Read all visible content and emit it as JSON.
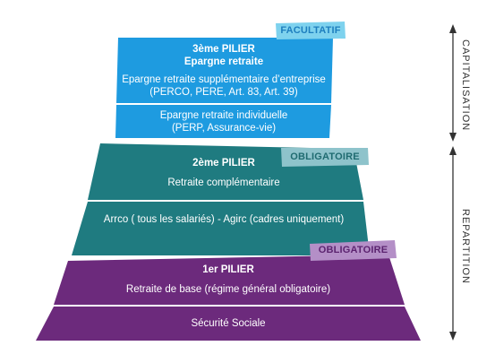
{
  "tier3": {
    "title": "3ème PILIER",
    "subtitle": "Epargne retraite",
    "row1_line1": "Epargne retraite supplémentaire d’entreprise",
    "row1_line2": "(PERCO, PERE, Art. 83, Art. 39)",
    "row2_line1": "Epargne retraite individuelle",
    "row2_line2": "(PERP, Assurance-vie)",
    "badge": "FACULTATIF"
  },
  "tier2": {
    "title": "2ème PILIER",
    "row1": "Retraite complémentaire",
    "row2": "Arrco ( tous les salariés) - Agirc (cadres uniquement)",
    "badge": "OBLIGATOIRE"
  },
  "tier1": {
    "title": "1er PILIER",
    "row1": "Retraite de base  (régime général obligatoire)",
    "row2": "Sécurité Sociale",
    "badge": "OBLIGATOIRE"
  },
  "side": {
    "upper": "CAPITALISATION",
    "lower": "REPARTITION"
  },
  "colors": {
    "tier3": "#1e9be0",
    "tier2": "#1f7b80",
    "tier1": "#6c2a7c",
    "badge3": "#7ed2ee",
    "badge2": "#8ec3cb",
    "badge1": "#b48fc7"
  }
}
